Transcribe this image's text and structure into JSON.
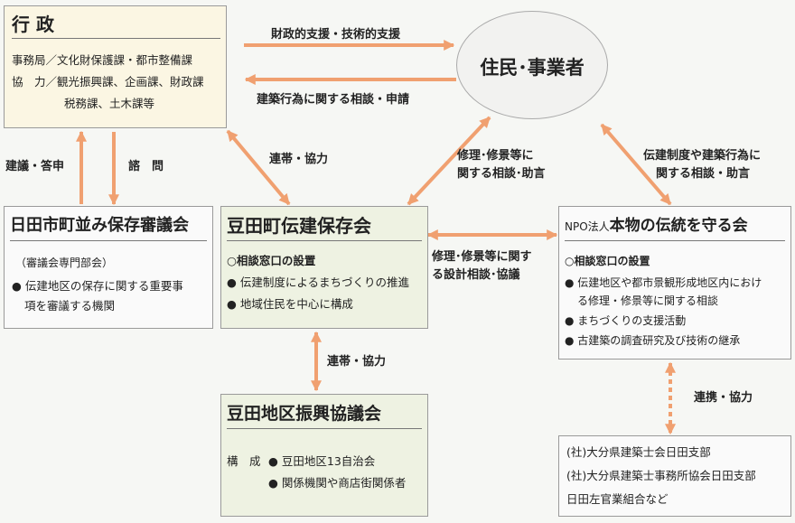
{
  "gyosei": {
    "title": "行 政",
    "lines": [
      "事務局／文化財保護課・都市整備課",
      "協　力／観光振興課、企画課、財政課",
      "税務課、土木課等"
    ]
  },
  "jumin": {
    "title": "住民･事業者"
  },
  "shingikai": {
    "title": "日田市町並み保存審議会",
    "sub": "（審議会専門部会）",
    "lines": [
      "● 伝建地区の保存に関する重要事",
      "項を審議する機関"
    ]
  },
  "hozonkai": {
    "title": "豆田町伝建保存会",
    "lines": [
      "○相談窓口の設置",
      "● 伝建制度によるまちづくりの推進",
      "● 地域住民を中心に構成"
    ]
  },
  "npo": {
    "prefix": "NPO法人",
    "title": "本物の伝統を守る会",
    "lines": [
      "○相談窓口の設置",
      "● 伝建地区や都市景観形成地区内におけ",
      "る修理・修景等に関する相談",
      "● まちづくりの支援活動",
      "● 古建築の調査研究及び技術の継承"
    ]
  },
  "kyogikai": {
    "title": "豆田地区振興協議会",
    "kosei": "構　成",
    "lines": [
      "● 豆田地区13自治会",
      "● 関係機関や商店街関係者"
    ]
  },
  "org": {
    "lines": [
      "(社)大分県建築士会日田支部",
      "(社)大分県建築士事務所協会日田支部",
      "日田左官業組合など"
    ]
  },
  "labels": {
    "zaisei": "財政的支援・技術的支援",
    "kenchiku": "建築行為に関する相談・申請",
    "kengi": "建議・答申",
    "shimon": "諮　問",
    "rentai1": "連帯・協力",
    "shuri1a": "修理･修景等に",
    "shuri1b": "関する相談･助言",
    "dentou_a": "伝建制度や建築行為に",
    "dentou_b": "関する相談・助言",
    "shuri2a": "修理･修景等に関す",
    "shuri2b": "る設計相談･協議",
    "rentai2": "連帯・協力",
    "renkei": "連携・協力"
  },
  "colors": {
    "arrow": "#f0a070",
    "line": "#777777"
  }
}
